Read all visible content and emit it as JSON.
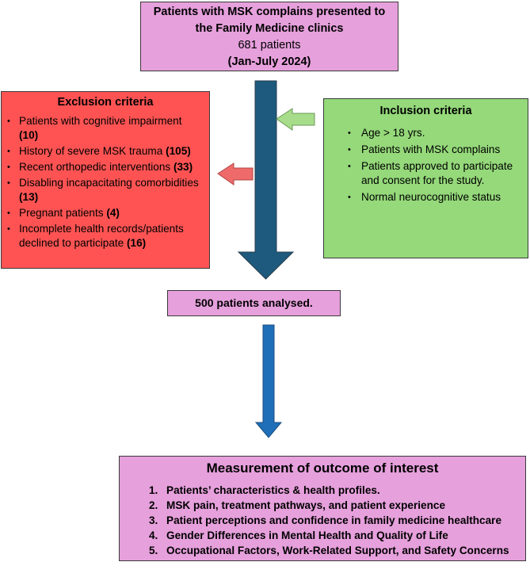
{
  "top_box": {
    "line1": "Patients with MSK complains presented to",
    "line2": "the Family Medicine clinics",
    "line3": "681 patients",
    "line4": "(Jan-July 2024)"
  },
  "exclusion": {
    "title": "Exclusion criteria",
    "items": [
      {
        "text": "Patients with cognitive impairment",
        "count": "(10)"
      },
      {
        "text": "History of severe MSK trauma",
        "count": "(105)"
      },
      {
        "text": "Recent orthopedic interventions",
        "count": "(33)"
      },
      {
        "text": "Disabling incapacitating comorbidities",
        "count": "(13)"
      },
      {
        "text": "Pregnant patients",
        "count": "(4)"
      },
      {
        "text": "Incomplete health records/patients declined to participate",
        "count": "(16)"
      }
    ]
  },
  "inclusion": {
    "title": "Inclusion criteria",
    "items": [
      "Age > 18 yrs.",
      "Patients with MSK complains",
      "Patients approved to participate and consent for the study.",
      "Normal neurocognitive status"
    ]
  },
  "mid_box": {
    "label": "500 patients analysed."
  },
  "outcome": {
    "title": "Measurement of outcome of interest",
    "items": [
      {
        "num": "1.",
        "text": "Patients’ characteristics & health profiles."
      },
      {
        "num": "2.",
        "text": "MSK pain, treatment pathways, and patient experience"
      },
      {
        "num": "3.",
        "text": "Patient perceptions and confidence in family medicine healthcare"
      },
      {
        "num": "4.",
        "text": "Gender Differences in Mental Health and Quality of Life"
      },
      {
        "num": "5.",
        "text": "Occupational Factors, Work-Related Support, and Safety Concerns"
      }
    ]
  },
  "colors": {
    "pink": "#e6a0dc",
    "red": "#ff5353",
    "green": "#95d97a",
    "dark_blue_arrow": "#1d5a7d",
    "blue_arrow": "#1f6fb8",
    "left_arrow": "#ef6a6a",
    "green_arrow": "#a6dc8a"
  }
}
